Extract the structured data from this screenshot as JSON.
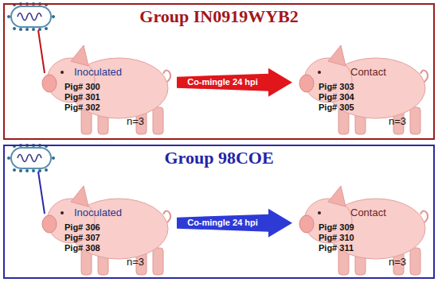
{
  "diagram": {
    "nodes": [
      {
        "text": [
          "Group IN0919WYB2"
        ]
      },
      {
        "text": [
          "Inoculated",
          "Pig# 300 Pig# 301 Pig# 302",
          "n=3"
        ],
        "in": 0
      },
      {
        "text": [
          "Contact",
          "Pig# 303 Pig# 304 Pig# 305",
          "n=3"
        ],
        "in": 0
      },
      {
        "text": [
          "Group 98COE"
        ]
      },
      {
        "text": [
          "Inoculated",
          "Pig# 306 Pig# 307 Pig# 308",
          "n=3"
        ],
        "in": 3
      },
      {
        "text": [
          "Contact",
          "Pig# 309 Pig# 310 Pig# 311",
          "n=3"
        ],
        "in": 3
      }
    ],
    "edges": [
      {
        "from": 1,
        "to": 2,
        "label": "Co-mingle 24 hpi",
        "arrow": "to"
      },
      {
        "from": 4,
        "to": 5,
        "label": "Co-mingle 24 hpi",
        "arrow": "to"
      }
    ]
  }
}
